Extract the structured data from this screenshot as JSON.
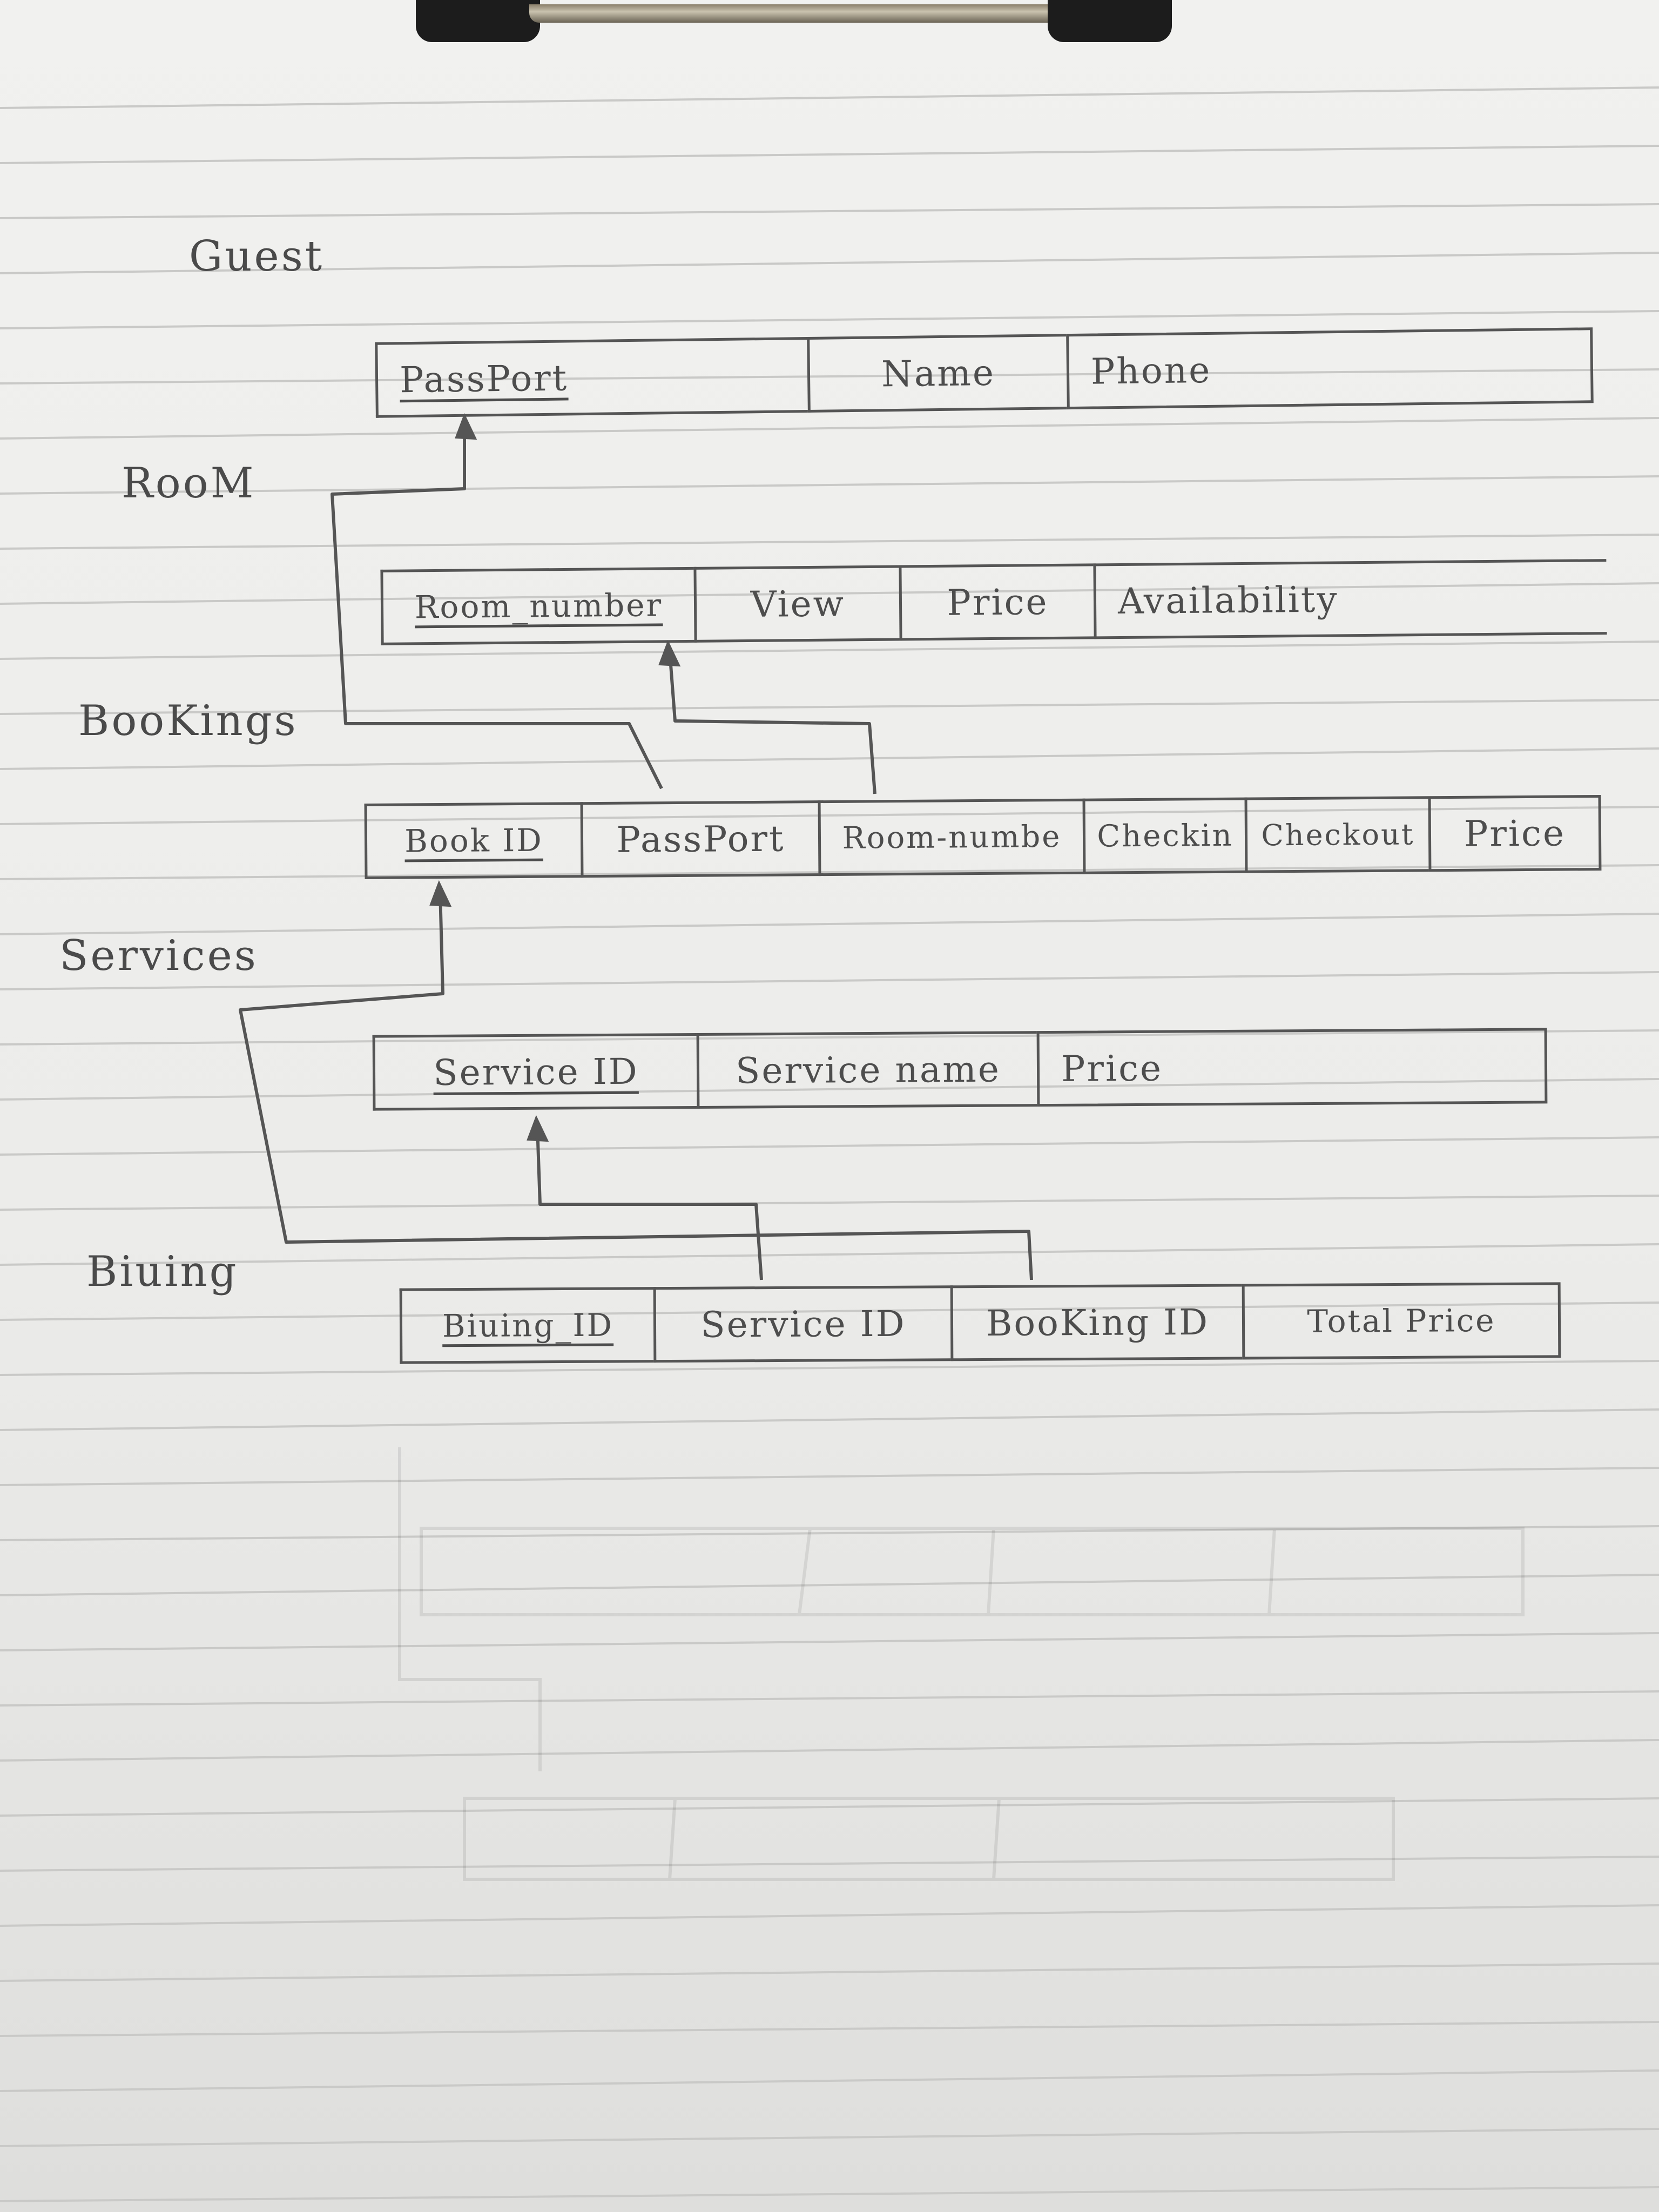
{
  "diagram": {
    "tables": [
      {
        "label": "Guest",
        "columns": [
          {
            "name": "PassPort",
            "primary_key": true
          },
          {
            "name": "Name",
            "primary_key": false
          },
          {
            "name": "Phone",
            "primary_key": false
          }
        ]
      },
      {
        "label": "RooM",
        "columns": [
          {
            "name": "Room_number",
            "primary_key": true
          },
          {
            "name": "View",
            "primary_key": false
          },
          {
            "name": "Price",
            "primary_key": false
          },
          {
            "name": "Availability",
            "primary_key": false
          }
        ]
      },
      {
        "label": "BooKings",
        "columns": [
          {
            "name": "Book ID",
            "primary_key": true
          },
          {
            "name": "PassPort",
            "primary_key": false
          },
          {
            "name": "Room-numbe",
            "primary_key": false
          },
          {
            "name": "Checkin",
            "primary_key": false
          },
          {
            "name": "Checkout",
            "primary_key": false
          },
          {
            "name": "Price",
            "primary_key": false
          }
        ]
      },
      {
        "label": "Services",
        "columns": [
          {
            "name": "Service ID",
            "primary_key": true
          },
          {
            "name": "Service name",
            "primary_key": false
          },
          {
            "name": "Price",
            "primary_key": false
          }
        ]
      },
      {
        "label": "Biuing",
        "columns": [
          {
            "name": "Biuing_ID",
            "primary_key": true
          },
          {
            "name": "Service ID",
            "primary_key": false
          },
          {
            "name": "BooKing ID",
            "primary_key": false
          },
          {
            "name": "Total Price",
            "primary_key": false
          }
        ]
      }
    ],
    "relationships": [
      {
        "from": "BooKings.PassPort",
        "to": "Guest.PassPort"
      },
      {
        "from": "BooKings.Room-numbe",
        "to": "RooM.Room_number"
      },
      {
        "from": "Biuing.BooKing ID",
        "to": "BooKings.Book ID"
      },
      {
        "from": "Biuing.Service ID",
        "to": "Services.Service ID"
      }
    ]
  },
  "colors": {
    "paper": "#eeeeec",
    "ink": "#4d4d4d",
    "rule": "#c9c9c7"
  }
}
